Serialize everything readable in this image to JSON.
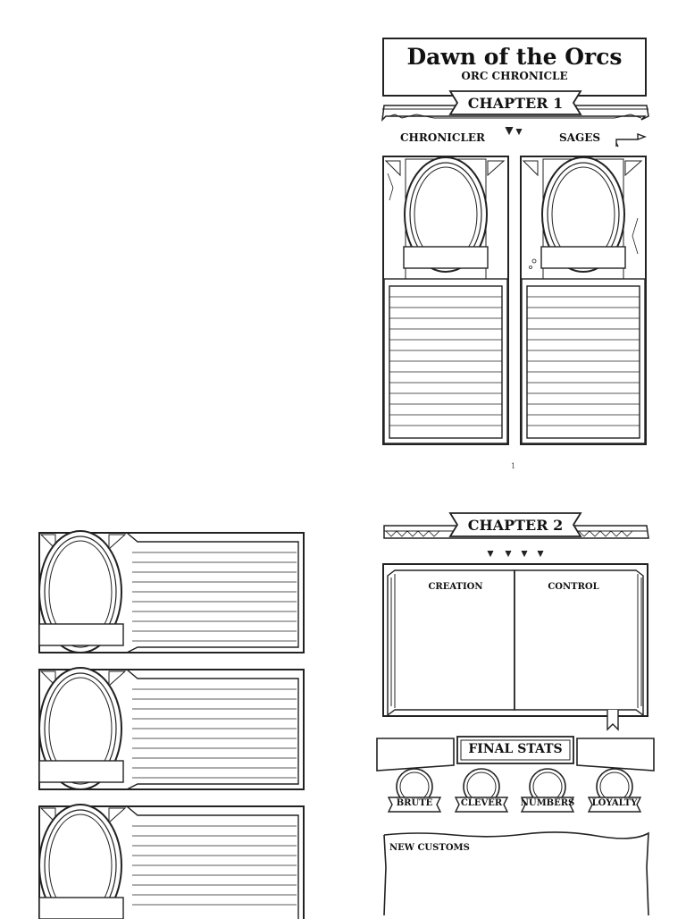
{
  "page1": {
    "title": "Dawn of the Orcs",
    "subtitle": "ORC CHRONICLE",
    "chapter_banner": "CHAPTER 1",
    "left_label": "CHRONICLER",
    "right_label": "SAGES",
    "page_number": "1"
  },
  "page2": {
    "chapter_banner": "CHAPTER 2",
    "book_left_label": "CREATION",
    "book_right_label": "CONTROL",
    "final_stats_label": "FINAL STATS",
    "stats": [
      "BRUTE",
      "CLEVER",
      "NUMBERS",
      "LOYALTY"
    ],
    "customs_label": "NEW CUSTOMS"
  }
}
